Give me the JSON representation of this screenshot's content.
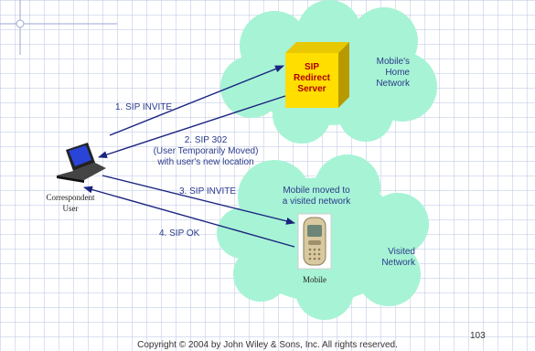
{
  "colors": {
    "cloud": "#a7f3d5",
    "server_front": "#ffde00",
    "server_side": "#b89a00",
    "arrow": "#1a237e",
    "text": "#2a3a8a"
  },
  "labels": {
    "mobile_home_network": "Mobile's\nHome\nNetwork",
    "sip_redirect_server": "SIP\nRedirect\nServer",
    "sip_invite_1": "1. SIP INVITE",
    "sip_302": "2. SIP 302\n(User Temporarily Moved)\nwith user's new location",
    "sip_invite_3": "3. SIP INVITE",
    "sip_ok": "4. SIP OK",
    "correspondent_user": "Correspondent\nUser",
    "mobile_moved": "Mobile moved to\na visited network",
    "visited_network": "Visited\nNetwork",
    "mobile": "Mobile",
    "page_number": "103",
    "copyright": "Copyright © 2004 by John Wiley & Sons, Inc. All rights reserved."
  },
  "icons": {
    "server": "sip-redirect-server-icon",
    "laptop": "laptop-icon",
    "phone": "mobile-phone-icon"
  }
}
